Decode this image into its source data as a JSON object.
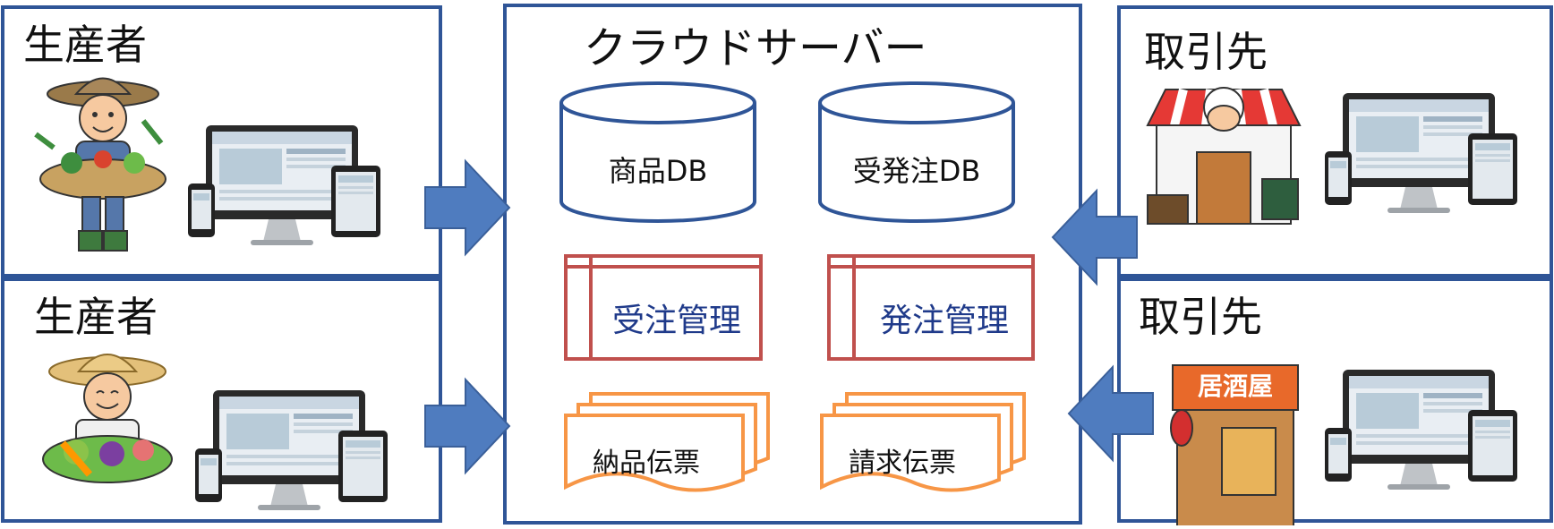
{
  "producers": [
    {
      "label": "生産者"
    },
    {
      "label": "生産者"
    }
  ],
  "cloud": {
    "title": "クラウドサーバー",
    "databases": [
      {
        "label": "商品DB"
      },
      {
        "label": "受発注DB"
      }
    ],
    "modules": [
      {
        "label": "受注管理"
      },
      {
        "label": "発注管理"
      }
    ],
    "documents": [
      {
        "label": "納品伝票"
      },
      {
        "label": "請求伝票"
      }
    ]
  },
  "partners": [
    {
      "label": "取引先",
      "sign_text": ""
    },
    {
      "label": "取引先",
      "sign_text": "居酒屋"
    }
  ],
  "colors": {
    "frame": "#2F5597",
    "arrow": "#4F7CBF",
    "db": "#2F5597",
    "module": "#C0504D",
    "module_text": "#1F3A8A",
    "document": "#F79646"
  }
}
